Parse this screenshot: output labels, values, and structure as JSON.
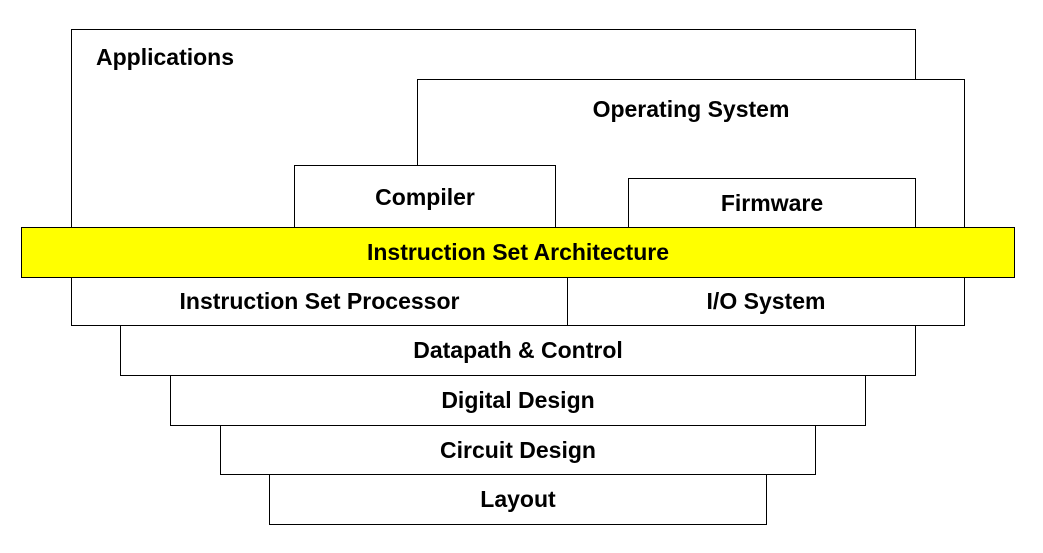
{
  "layers": {
    "applications": "Applications",
    "operating_system": "Operating System",
    "compiler": "Compiler",
    "firmware": "Firmware",
    "isa": "Instruction Set Architecture",
    "isp": "Instruction Set Processor",
    "io_system": "I/O System",
    "datapath_control": "Datapath & Control",
    "digital_design": "Digital Design",
    "circuit_design": "Circuit Design",
    "layout": "Layout"
  },
  "colors": {
    "isa_fill": "#ffff00",
    "box_fill": "#ffffff",
    "border": "#000000"
  }
}
